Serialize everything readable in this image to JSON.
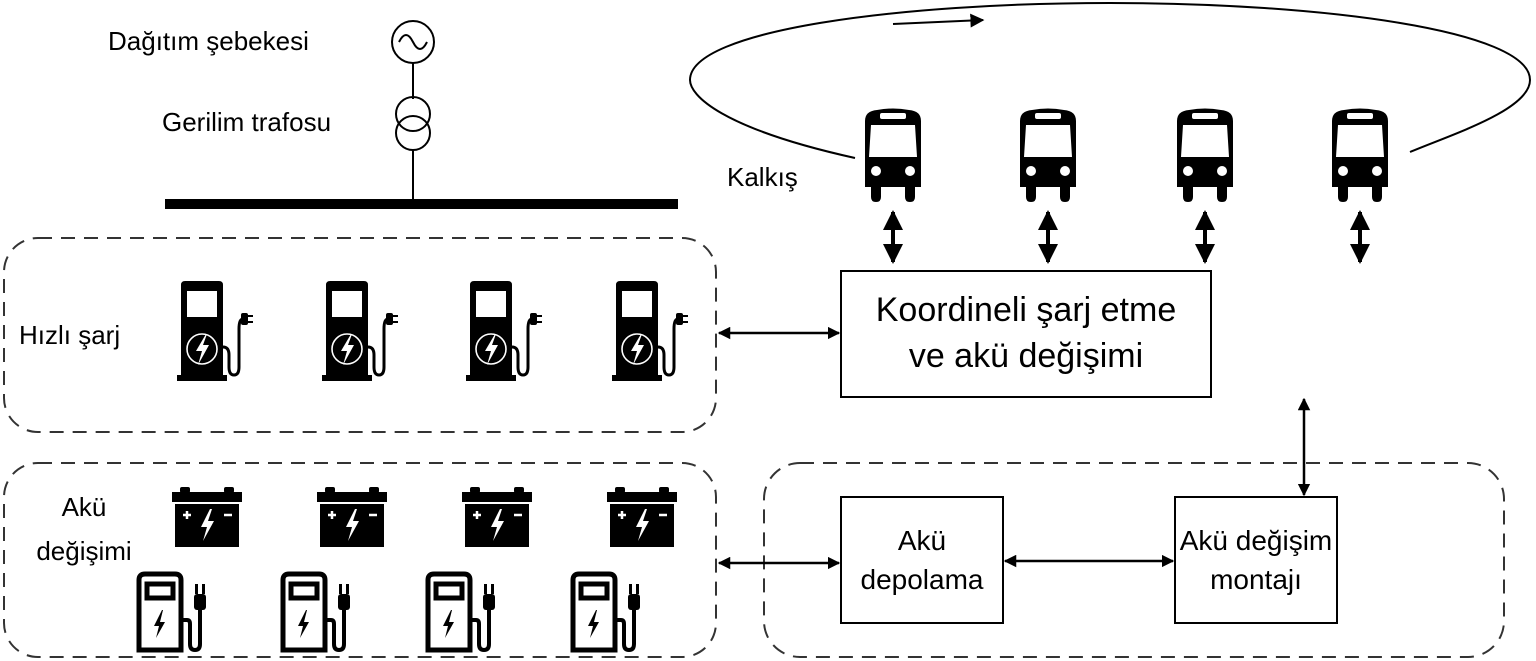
{
  "grid": {
    "source_label": "Dağıtım şebekesi",
    "transformer_label": "Gerilim trafosu"
  },
  "bus_route": {
    "departure_label": "Kalkış",
    "bus_count": 4,
    "direction": "clockwise"
  },
  "fast_charging": {
    "label": "Hızlı şarj",
    "charger_count": 4
  },
  "battery_swap": {
    "label_line1": "Akü",
    "label_line2": "değişimi",
    "battery_count": 4,
    "station_count": 4
  },
  "coordination_box": {
    "line1": "Koordineli şarj etme",
    "line2": "ve akü değişimi"
  },
  "storage_box": {
    "line1": "Akü",
    "line2": "depolama"
  },
  "swap_assembly_box": {
    "line1": "Akü değişim",
    "line2": "montajı"
  },
  "colors": {
    "stroke": "#000000",
    "dash": "#333333",
    "background": "#ffffff"
  }
}
